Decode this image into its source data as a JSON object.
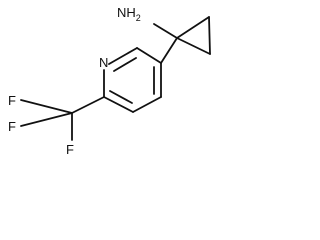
{
  "molecule": {
    "atoms": {
      "amine": "NH",
      "amine_subscript": "2",
      "pyridine_nitrogen": "N",
      "fluorine_1": "F",
      "fluorine_2": "F",
      "fluorine_3": "F"
    }
  },
  "colors": {
    "bond": "#111111",
    "text": "#111111",
    "background": "#ffffff"
  }
}
